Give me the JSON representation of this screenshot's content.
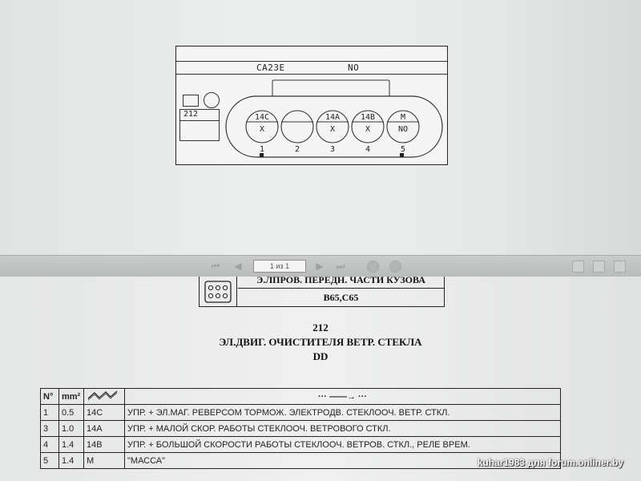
{
  "connector": {
    "header_left": "CA23E",
    "header_right": "NO",
    "code": "212",
    "pins": [
      {
        "number": "1",
        "top": "14C",
        "bottom": "X"
      },
      {
        "number": "2",
        "top": "",
        "bottom": ""
      },
      {
        "number": "3",
        "top": "14A",
        "bottom": "X"
      },
      {
        "number": "4",
        "top": "14B",
        "bottom": "X"
      },
      {
        "number": "5",
        "top": "M",
        "bottom": "NO"
      }
    ]
  },
  "toolbar": {
    "page_indicator": "1 из 1"
  },
  "reference": {
    "title": "Э.ЛПРОВ. ПЕРЕДН. ЧАСТИ КУЗОВА",
    "code": "B65,C65"
  },
  "component": {
    "number": "212",
    "name": "ЭЛ.ДВИГ. ОЧИСТИТЕЛЯ ВЕТР. СТЕКЛА",
    "code": "DD"
  },
  "wires": {
    "headers": [
      "N°",
      "mm²",
      "",
      "··· ——→ ···"
    ],
    "rows": [
      {
        "no": "1",
        "mm": "0.5",
        "code": "14C",
        "desc": "УПР. + ЭЛ.МАГ. РЕВЕРСОМ ТОРМОЖ. ЭЛЕКТРОДВ. СТЕКЛООЧ. ВЕТР. СТКЛ."
      },
      {
        "no": "3",
        "mm": "1.0",
        "code": "14A",
        "desc": "УПР. + МАЛОЙ СКОР. РАБОТЫ СТЕКЛООЧ. ВЕТРОВОГО СТКЛ."
      },
      {
        "no": "4",
        "mm": "1.4",
        "code": "14B",
        "desc": "УПР. + БОЛЬШОЙ СКОРОСТИ РАБОТЫ СТЕКЛООЧ. ВЕТРОВ. СТКЛ., РЕЛЕ ВРЕМ."
      },
      {
        "no": "5",
        "mm": "1.4",
        "code": "M",
        "desc": "\"МАССА\""
      }
    ]
  },
  "watermark": "kuhar1983 для forum.onliner.by"
}
